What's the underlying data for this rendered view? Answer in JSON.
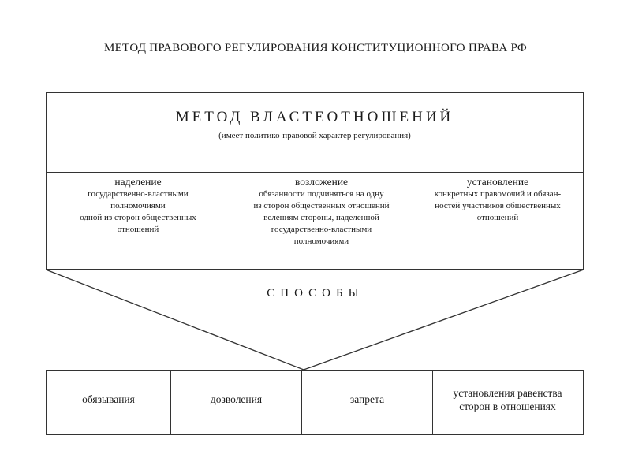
{
  "title": "МЕТОД ПРАВОВОГО РЕГУЛИРОВАНИЯ КОНСТИТУЦИОННОГО ПРАВА РФ",
  "method": {
    "title": "МЕТОД ВЛАСТЕОТНОШЕНИЙ",
    "subtitle": "(имеет политико-правовой характер регулирования)"
  },
  "ways": [
    {
      "head": "наделение",
      "lines": [
        "государственно-властными",
        "полномочиями",
        "одной из сторон общественных",
        "отношений"
      ]
    },
    {
      "head": "возложение",
      "lines": [
        "обязанности подчиняться на одну",
        "из сторон общественных отношений",
        "велениям стороны, наделенной",
        "государственно-властными",
        "полномочиями"
      ]
    },
    {
      "head": "установление",
      "lines": [
        "конкретных правомочий и обязан-",
        "ностей участников общественных",
        "отношений"
      ]
    }
  ],
  "sposoby_label": "СПОСОБЫ",
  "modes": [
    {
      "lines": [
        "обязывания"
      ]
    },
    {
      "lines": [
        "дозволения"
      ]
    },
    {
      "lines": [
        "запрета"
      ]
    },
    {
      "lines": [
        "установления равенства",
        "сторон в отношениях"
      ]
    }
  ]
}
